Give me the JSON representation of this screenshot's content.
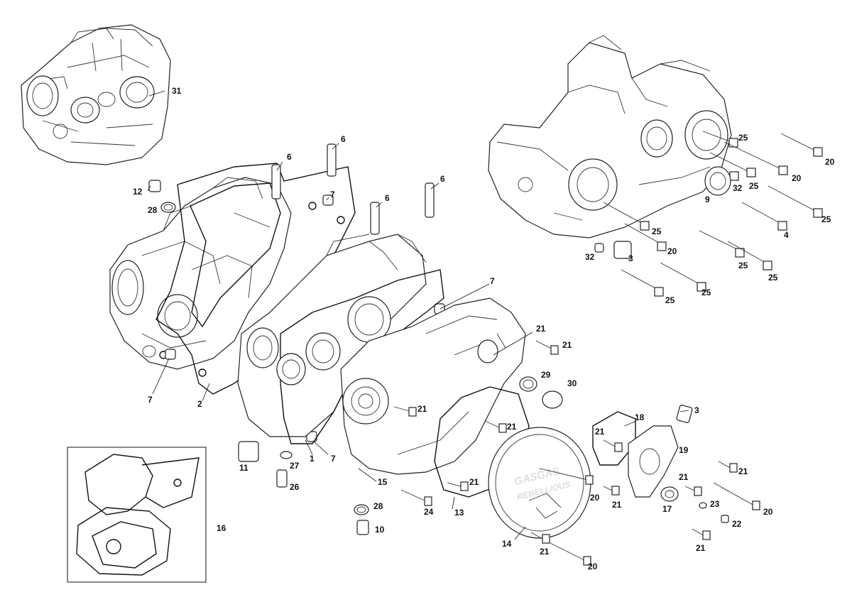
{
  "callouts": [
    {
      "id": "c31a",
      "text": "31"
    },
    {
      "id": "c12",
      "text": "12"
    },
    {
      "id": "c28a",
      "text": "28"
    },
    {
      "id": "c6a",
      "text": "6"
    },
    {
      "id": "c6b",
      "text": "6"
    },
    {
      "id": "c6c",
      "text": "6"
    },
    {
      "id": "c6d",
      "text": "6"
    },
    {
      "id": "c7a",
      "text": "7"
    },
    {
      "id": "c7b",
      "text": "7"
    },
    {
      "id": "c7c",
      "text": "7"
    },
    {
      "id": "c7d",
      "text": "7"
    },
    {
      "id": "c2",
      "text": "2"
    },
    {
      "id": "c1",
      "text": "1"
    },
    {
      "id": "c11",
      "text": "11"
    },
    {
      "id": "c27",
      "text": "27"
    },
    {
      "id": "c26",
      "text": "26"
    },
    {
      "id": "c15",
      "text": "15"
    },
    {
      "id": "c28b",
      "text": "28"
    },
    {
      "id": "c10",
      "text": "10"
    },
    {
      "id": "c24",
      "text": "24"
    },
    {
      "id": "c13",
      "text": "13"
    },
    {
      "id": "c16",
      "text": "16"
    },
    {
      "id": "c21a",
      "text": "21"
    },
    {
      "id": "c21b",
      "text": "21"
    },
    {
      "id": "c21c",
      "text": "21"
    },
    {
      "id": "c21d",
      "text": "21"
    },
    {
      "id": "c21e",
      "text": "21"
    },
    {
      "id": "c21f",
      "text": "21"
    },
    {
      "id": "c21g",
      "text": "21"
    },
    {
      "id": "c21h",
      "text": "21"
    },
    {
      "id": "c21i",
      "text": "21"
    },
    {
      "id": "c21j",
      "text": "21"
    },
    {
      "id": "c21k",
      "text": "21"
    },
    {
      "id": "c21l",
      "text": "21"
    },
    {
      "id": "c29",
      "text": "29"
    },
    {
      "id": "c30",
      "text": "30"
    },
    {
      "id": "c18",
      "text": "18"
    },
    {
      "id": "c19",
      "text": "19"
    },
    {
      "id": "c3a",
      "text": "3"
    },
    {
      "id": "c3b",
      "text": "3"
    },
    {
      "id": "c17",
      "text": "17"
    },
    {
      "id": "c23",
      "text": "23"
    },
    {
      "id": "c22",
      "text": "22"
    },
    {
      "id": "c20a",
      "text": "20"
    },
    {
      "id": "c20b",
      "text": "20"
    },
    {
      "id": "c20c",
      "text": "20"
    },
    {
      "id": "c20d",
      "text": "20"
    },
    {
      "id": "c20e",
      "text": "20"
    },
    {
      "id": "c20f",
      "text": "20"
    },
    {
      "id": "c14",
      "text": "14"
    },
    {
      "id": "c9",
      "text": "9"
    },
    {
      "id": "c32a",
      "text": "32"
    },
    {
      "id": "c32b",
      "text": "32"
    },
    {
      "id": "c4",
      "text": "4"
    },
    {
      "id": "c25a",
      "text": "25"
    },
    {
      "id": "c25b",
      "text": "25"
    },
    {
      "id": "c25c",
      "text": "25"
    },
    {
      "id": "c25d",
      "text": "25"
    },
    {
      "id": "c25e",
      "text": "25"
    },
    {
      "id": "c25f",
      "text": "25"
    },
    {
      "id": "c25g",
      "text": "25"
    },
    {
      "id": "c25h",
      "text": "25"
    },
    {
      "id": "c25i",
      "text": "25"
    }
  ],
  "cover_branding": {
    "line1": "GASGAS",
    "line2": "REBELLIOUS"
  }
}
